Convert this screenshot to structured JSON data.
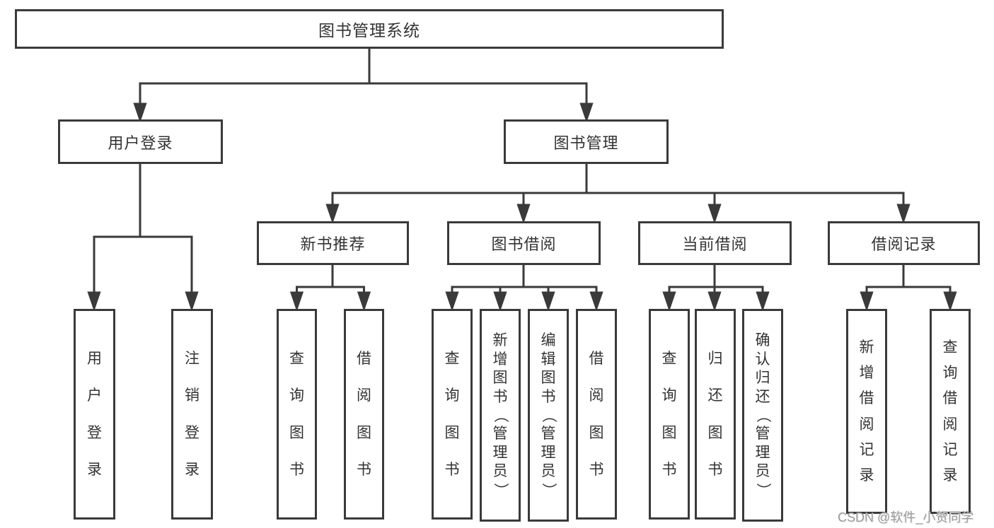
{
  "diagram_title": "图书管理系统",
  "colors": {
    "line": "#3a3a3a",
    "text": "#333333",
    "watermark": "#9b9b9b"
  },
  "tree": {
    "root": "图书管理系统",
    "branches": [
      {
        "label": "用户登录",
        "leaves": [
          "用户登录",
          "注销登录"
        ]
      },
      {
        "label": "图书管理",
        "groups": [
          {
            "label": "新书推荐",
            "leaves": [
              "查询图书",
              "借阅图书"
            ]
          },
          {
            "label": "图书借阅",
            "leaves": [
              "查询图书",
              "新增图书（管理员）",
              "编辑图书（管理员）",
              "借阅图书"
            ]
          },
          {
            "label": "当前借阅",
            "leaves": [
              "查询图书",
              "归还图书",
              "确认归还（管理员）"
            ]
          },
          {
            "label": "借阅记录",
            "leaves": [
              "新增借阅记录",
              "查询借阅记录"
            ]
          }
        ]
      }
    ]
  },
  "watermark": "CSDN @软件_小贺同学"
}
